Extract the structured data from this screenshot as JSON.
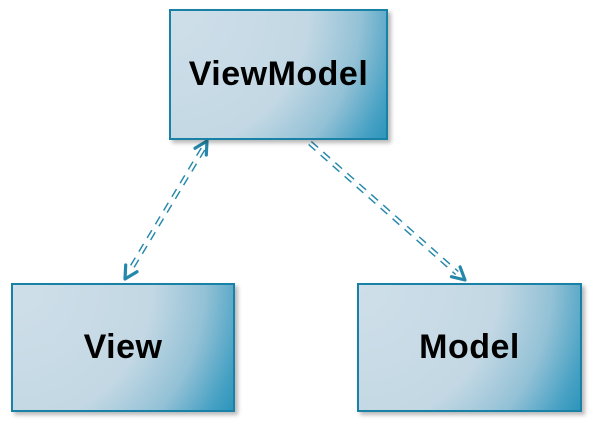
{
  "diagram": {
    "nodes": [
      {
        "id": "viewmodel",
        "label": "ViewModel"
      },
      {
        "id": "view",
        "label": "View"
      },
      {
        "id": "model",
        "label": "Model"
      }
    ],
    "edges": [
      {
        "from": "ViewModel",
        "to": "View",
        "line_style": "double-dashed",
        "arrows": "both"
      },
      {
        "from": "ViewModel",
        "to": "Model",
        "line_style": "double-dashed",
        "arrows": "to"
      }
    ],
    "colors": {
      "node_border": "#1881a5",
      "node_fill_light": "#cfdfe9",
      "node_fill_dark": "#2d95bb",
      "edge": "#2588ab",
      "label_text": "#000000",
      "background": "#ffffff"
    }
  }
}
